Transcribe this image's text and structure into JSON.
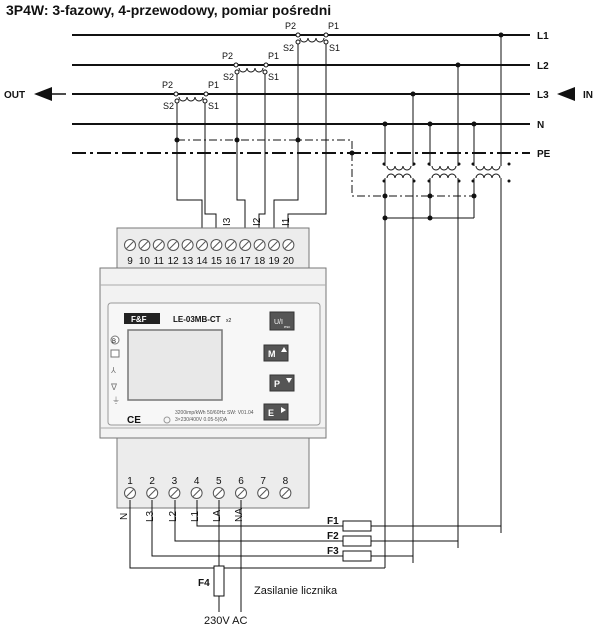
{
  "title": "3P4W: 3-fazowy, 4-przewodowy, pomiar pośredni",
  "lines": [
    "L1",
    "L2",
    "L3",
    "N",
    "PE"
  ],
  "direction": {
    "out": "OUT",
    "in": "IN"
  },
  "ct_labels": {
    "p2": "P2",
    "p1": "P1",
    "s2": "S2",
    "s1": "S1"
  },
  "current_inputs": [
    "I3",
    "I2",
    "I1"
  ],
  "top_terminals": [
    "9",
    "10",
    "11",
    "12",
    "13",
    "14",
    "15",
    "16",
    "17",
    "18",
    "19",
    "20"
  ],
  "device": {
    "brand": "F&F",
    "model": "LE-03MB-CT",
    "model_suffix": "x2",
    "spec1": "3200imp/kWh 50/60Hz SW: V01.04",
    "spec2": "3×230/400V  0.05-5(6)A",
    "btn_ui": "U/I",
    "btn_ui_sub": "esc",
    "btn_m": "M",
    "btn_p": "P",
    "btn_e": "E",
    "ce": "CE",
    "side_icon_b": "B"
  },
  "bottom_terminals": [
    "1",
    "2",
    "3",
    "4",
    "5",
    "6",
    "7",
    "8"
  ],
  "bottom_wires": [
    "N",
    "L3",
    "L2",
    "L1",
    "LA",
    "NA"
  ],
  "fuses": [
    "F1",
    "F2",
    "F3",
    "F4"
  ],
  "power_label": "Zasilanie licznika",
  "supply_label": "230V AC"
}
